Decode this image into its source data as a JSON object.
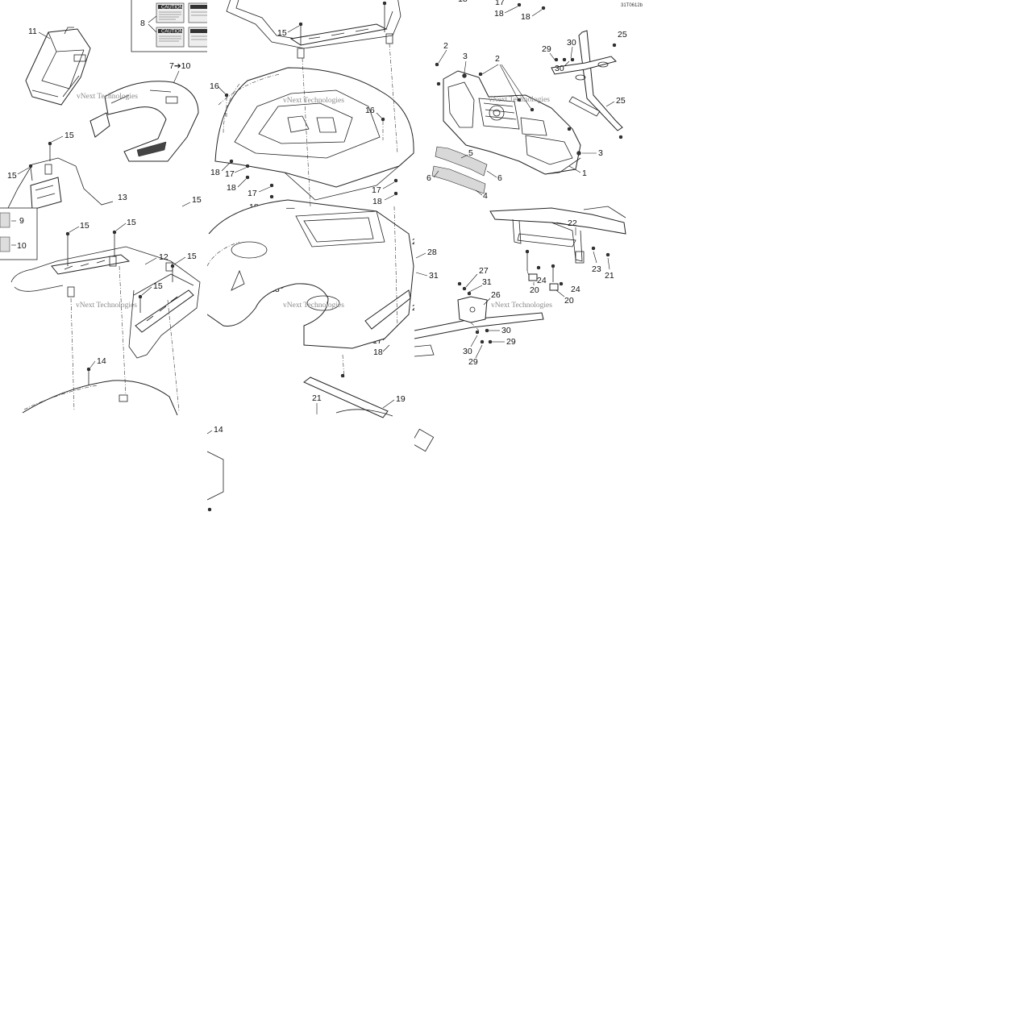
{
  "diagram": {
    "reference_code": "31T0612b",
    "watermark": "vNext Technologies",
    "part_numbers": [
      "1",
      "2",
      "3",
      "4",
      "5",
      "6",
      "7",
      "8",
      "9",
      "10",
      "11",
      "12",
      "13",
      "14",
      "15",
      "16",
      "17",
      "18",
      "19",
      "20",
      "21",
      "22",
      "23",
      "24",
      "25",
      "26",
      "27",
      "28",
      "29",
      "30",
      "31"
    ],
    "callout_range_label": "7➔10",
    "labels": {
      "warning_decal_header": "CAUTION"
    }
  }
}
